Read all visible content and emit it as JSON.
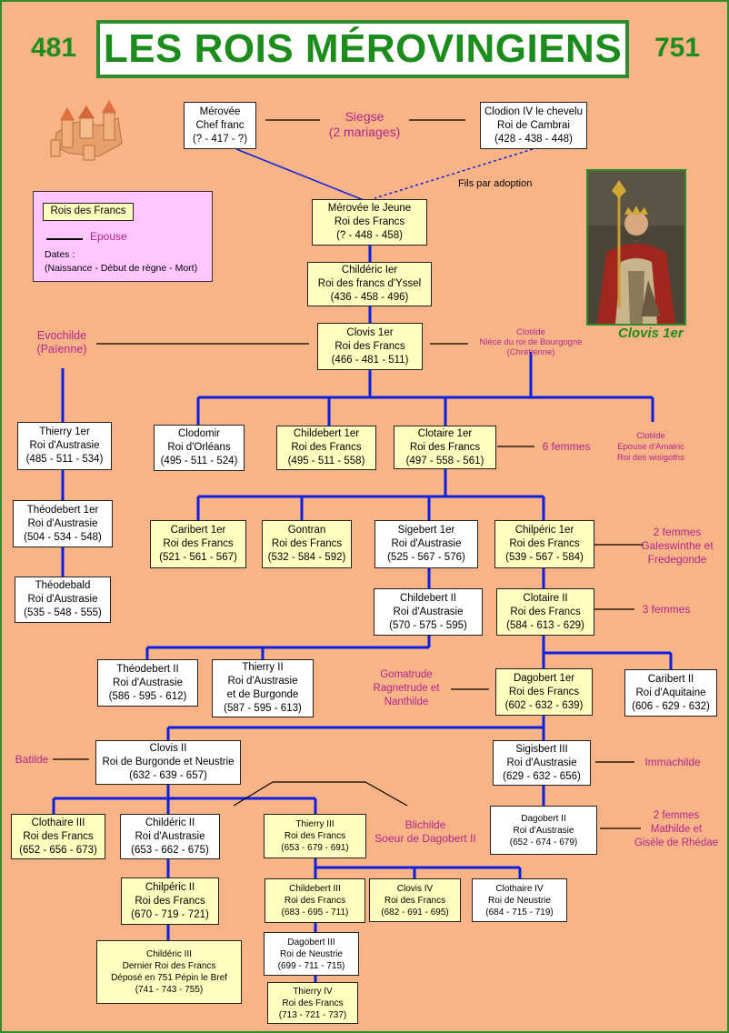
{
  "header": {
    "title": "LES ROIS MÉROVINGIENS",
    "year_start": "481",
    "year_end": "751"
  },
  "legend": {
    "box_label": "Rois des Francs",
    "spouse_label": "Epouse",
    "dates_label": "Dates :",
    "dates_format": "(Naissance - Début de règne - Mort)"
  },
  "portrait": {
    "caption": "Clovis 1er"
  },
  "people": {
    "merovee": {
      "lines": [
        "Mérovée",
        "Chef franc",
        "(? - 417 - ?)"
      ]
    },
    "clodion": {
      "lines": [
        "Clodion IV le chevelu",
        "Roi de Cambrai",
        "(428 - 438 - 448)"
      ]
    },
    "merovee_jeune": {
      "lines": [
        "Mérovée le Jeune",
        "Roi des Francs",
        "(? - 448 - 458)"
      ]
    },
    "childeric1": {
      "lines": [
        "Childéric Ier",
        "Roi des francs d'Yssel",
        "(436 - 458 - 496)"
      ]
    },
    "clovis1": {
      "lines": [
        "Clovis 1er",
        "Roi des Francs",
        "(466 - 481 - 511)"
      ]
    },
    "thierry1": {
      "lines": [
        "Thierry 1er",
        "Roi d'Austrasie",
        "(485 - 511 - 534)"
      ]
    },
    "clodomir": {
      "lines": [
        "Clodomir",
        "Roi d'Orléans",
        "(495 - 511 - 524)"
      ]
    },
    "childebert1": {
      "lines": [
        "Childebert 1er",
        "Roi des Francs",
        "(495 - 511 - 558)"
      ]
    },
    "clotaire1": {
      "lines": [
        "Clotaire 1er",
        "Roi des Francs",
        "(497 - 558 - 561)"
      ]
    },
    "theodebert1": {
      "lines": [
        "Théodebert 1er",
        "Roi d'Austrasie",
        "(504 - 534 - 548)"
      ]
    },
    "theodebald": {
      "lines": [
        "Théodebald",
        "Roi d'Austrasie",
        "(535 - 548 - 555)"
      ]
    },
    "caribert1": {
      "lines": [
        "Caribert 1er",
        "Roi des Francs",
        "(521 - 561 - 567)"
      ]
    },
    "gontran": {
      "lines": [
        "Gontran",
        "Roi des Francs",
        "(532 - 584 - 592)"
      ]
    },
    "sigebert1": {
      "lines": [
        "Sigebert 1er",
        "Roi d'Austrasie",
        "(525 - 567 - 576)"
      ]
    },
    "chilperic1": {
      "lines": [
        "Chilpéric 1er",
        "Roi des Francs",
        "(539 - 567 - 584)"
      ]
    },
    "childebert2": {
      "lines": [
        "Childebert II",
        "Roi d'Austrasie",
        "(570 - 575 - 595)"
      ]
    },
    "clotaire2": {
      "lines": [
        "Clotaire II",
        "Roi des Francs",
        "(584 - 613 - 629)"
      ]
    },
    "theodebert2": {
      "lines": [
        "Théodebert II",
        "Roi d'Austrasie",
        "(586 - 595 - 612)"
      ]
    },
    "thierry2": {
      "lines": [
        "Thierry II",
        "Roi d'Austrasie",
        "et de Burgonde",
        "(587 - 595 - 613)"
      ]
    },
    "dagobert1": {
      "lines": [
        "Dagobert 1er",
        "Roi des Francs",
        "(602 - 632 - 639)"
      ]
    },
    "caribert2": {
      "lines": [
        "Caribert II",
        "Roi d'Aquitaine",
        "(606 - 629 - 632)"
      ]
    },
    "clovis2": {
      "lines": [
        "Clovis II",
        "Roi de Burgonde et Neustrie",
        "(632 - 639 - 657)"
      ]
    },
    "sigisbert3": {
      "lines": [
        "Sigisbert III",
        "Roi d'Austrasie",
        "(629 - 632 - 656)"
      ]
    },
    "clothaire3": {
      "lines": [
        "Clothaire III",
        "Roi des Francs",
        "(652 - 656 - 673)"
      ]
    },
    "childeric2": {
      "lines": [
        "Childéric II",
        "Roi d'Austrasie",
        "(653 - 662 - 675)"
      ]
    },
    "thierry3": {
      "lines": [
        "Thierry III",
        "Roi des Francs",
        "(653 - 679 - 691)"
      ]
    },
    "dagobert2": {
      "lines": [
        "Dagobert II",
        "Roi d'Austrasie",
        "(652 - 674 - 679)"
      ]
    },
    "chilperic2": {
      "lines": [
        "Chilpéric II",
        "Roi des Francs",
        "(670 - 719 - 721)"
      ]
    },
    "childebert3": {
      "lines": [
        "Childebert III",
        "Roi des Francs",
        "(683 - 695 - 711)"
      ]
    },
    "clovis4": {
      "lines": [
        "Clovis IV",
        "Roi des Francs",
        "(682 - 691 - 695)"
      ]
    },
    "clothaire4": {
      "lines": [
        "Clothaire IV",
        "Roi de Neustrie",
        "(684 - 715 - 719)"
      ]
    },
    "dagobert3": {
      "lines": [
        "Dagobert III",
        "Roi de Neustrie",
        "(699 - 711 - 715)"
      ]
    },
    "childeric3": {
      "lines": [
        "Childéric III",
        "Dernier Roi des Francs",
        "Déposé en 751 Pépin le Bref",
        "(741 - 743 - 755)"
      ]
    },
    "thierry4": {
      "lines": [
        "Thierry IV",
        "Roi des Francs",
        "(713 - 721 - 737)"
      ]
    }
  },
  "spouses": {
    "siegse": {
      "lines": [
        "Siegse",
        "(2 mariages)"
      ]
    },
    "evochilde": {
      "lines": [
        "Evochilde",
        "(Païenne)"
      ]
    },
    "clotilde1": {
      "lines": [
        "Clotilde",
        "Nièce du roi de Bourgogne",
        "(Chrétienne)"
      ]
    },
    "clotilde2": {
      "lines": [
        "Clotilde",
        "Epouse d'Amalric",
        "Roi des wisigoths"
      ]
    },
    "six_femmes": {
      "lines": [
        "6 femmes"
      ]
    },
    "chilperic_femmes": {
      "lines": [
        "2 femmes",
        "Galeswinthe et",
        "Fredegonde"
      ]
    },
    "trois_femmes": {
      "lines": [
        "3 femmes"
      ]
    },
    "gomatrude": {
      "lines": [
        "Gomatrude",
        "Ragnetrude et",
        "Nanthilde"
      ]
    },
    "batilde": {
      "lines": [
        "Batilde"
      ]
    },
    "immachilde": {
      "lines": [
        "Immachilde"
      ]
    },
    "blichilde": {
      "lines": [
        "Blichilde",
        "Soeur de Dagobert II"
      ]
    },
    "dagobert2_femmes": {
      "lines": [
        "2 femmes",
        "Mathilde et",
        "Gisèle de Rhédae"
      ]
    }
  },
  "notes": {
    "adoption": "Fils par adoption"
  },
  "colors": {
    "background": "#F8B486",
    "king_box": "#FFFFC0",
    "lineage_line": "#0A1FE0",
    "spouse_text": "#B0268E",
    "title_green": "#1C8C1C"
  }
}
